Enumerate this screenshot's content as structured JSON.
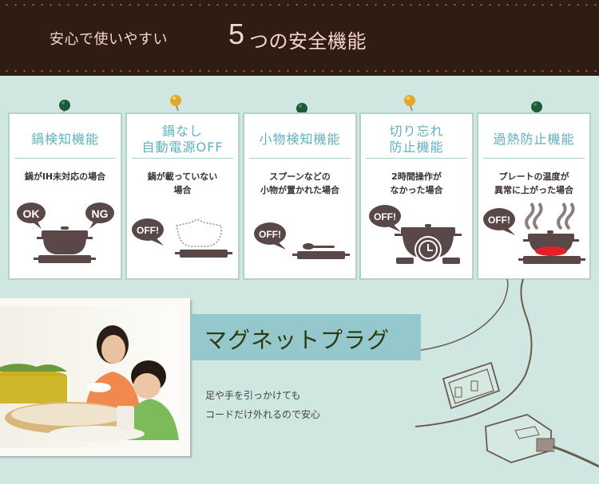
{
  "header": {
    "subtitle": "安心で使いやすい",
    "number": "5",
    "title": "つの安全機能",
    "bg_color": "#2f1c12",
    "text_color": "#f6d6cc"
  },
  "features": [
    {
      "title_lines": [
        "鍋検知機能"
      ],
      "condition_lines": [
        "鍋がIH未対応の場合"
      ],
      "pin_color": "green",
      "icon": "ok-ng-pot-icon",
      "bubbles": [
        "OK",
        "NG"
      ]
    },
    {
      "title_lines": [
        "鍋なし",
        "自動電源OFF"
      ],
      "condition_lines": [
        "鍋が載っていない",
        "場合"
      ],
      "pin_color": "yellow",
      "icon": "no-pot-off-icon",
      "bubbles": [
        "OFF!"
      ]
    },
    {
      "title_lines": [
        "小物検知機能"
      ],
      "condition_lines": [
        "スプーンなどの",
        "小物が置かれた場合"
      ],
      "pin_color": "green",
      "icon": "spoon-off-icon",
      "bubbles": [
        "OFF!"
      ]
    },
    {
      "title_lines": [
        "切り忘れ",
        "防止機能"
      ],
      "condition_lines": [
        "2時間操作が",
        "なかった場合"
      ],
      "pin_color": "yellow",
      "icon": "timer-pot-off-icon",
      "bubbles": [
        "OFF!"
      ]
    },
    {
      "title_lines": [
        "過熱防止機能"
      ],
      "condition_lines": [
        "プレートの温度が",
        "異常に上がった場合"
      ],
      "pin_color": "green",
      "icon": "overheat-pot-off-icon",
      "bubbles": [
        "OFF!"
      ]
    }
  ],
  "magnet_plug": {
    "heading": "マグネットプラグ",
    "description_lines": [
      "足や手を引っかけても",
      "コードだけ外れるので安心"
    ],
    "photo_alt": "mother-and-child-eating-hotpot-photo",
    "banner_color": "#94c8cc"
  },
  "colors": {
    "background": "#cfe7e0",
    "card_title": "#5fb0c2",
    "icon": "#5a4848",
    "pin_green": "#1e5a3a",
    "pin_yellow": "#e0a828",
    "heat": "#e0202a"
  }
}
